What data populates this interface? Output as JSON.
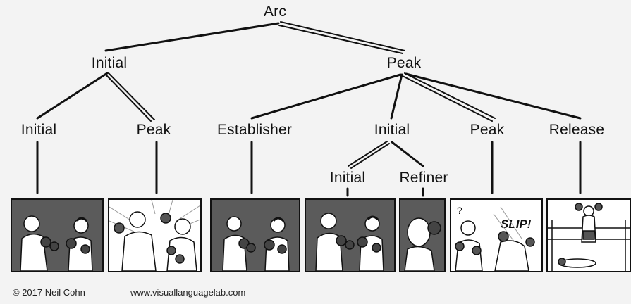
{
  "diagram": {
    "nodes": {
      "arc": "Arc",
      "initial": "Initial",
      "peak": "Peak",
      "initial_1": "Initial",
      "peak_1": "Peak",
      "establisher": "Establisher",
      "initial_2": "Initial",
      "peak_2": "Peak",
      "release": "Release",
      "initial_3": "Initial",
      "refiner": "Refiner"
    },
    "speech": {
      "question_mark": "?",
      "slip": "SLIP!"
    }
  },
  "footer": {
    "copyright": "© 2017 Neil Cohn",
    "url": "www.visuallanguagelab.com"
  },
  "colors": {
    "panel_dark": "#5b5b5b",
    "panel_light": "#ffffff",
    "line": "#111111",
    "background": "#f3f3f3"
  }
}
